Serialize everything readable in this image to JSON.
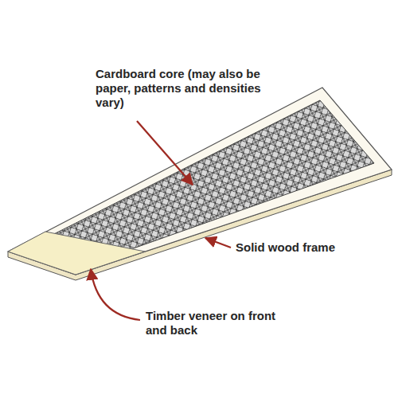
{
  "diagram": {
    "labels": [
      "Cardboard core (may also be paper, patterns and densities vary)",
      "Solid wood frame",
      "Timber veneer on front and back"
    ]
  }
}
